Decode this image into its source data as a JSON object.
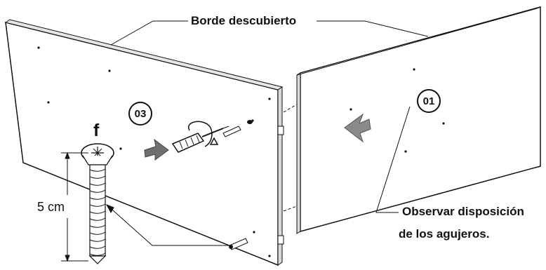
{
  "labels": {
    "exposed_edge": "Borde descubierto",
    "observe_line1": "Observar disposición",
    "observe_line2": "de los agujeros.",
    "part_letter": "f",
    "screw_length": "5 cm"
  },
  "steps": {
    "panel_a": "01",
    "panel_b": "03"
  },
  "colors": {
    "line": "#111111",
    "panel_face": "#ffffff",
    "panel_edge": "#d9d9d9",
    "arrow_grey": "#8a8a8a"
  },
  "icons": [
    "screwdriver-icon",
    "rotate-arrow-icon",
    "screw-icon",
    "direction-arrow-icon",
    "dowel-icon",
    "cam-lock-icon"
  ]
}
